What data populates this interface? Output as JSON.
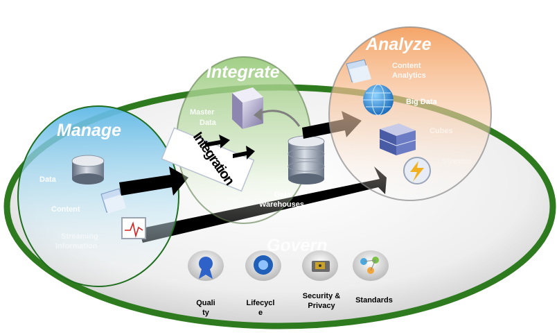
{
  "circles": {
    "manage": {
      "title": "Manage",
      "items": [
        "Data",
        "Content",
        "Streaming",
        "Information"
      ]
    },
    "integrate": {
      "title": "Integrate",
      "items": [
        "Master",
        "Data"
      ],
      "integration_label": "Integration",
      "warehouse": [
        "Data",
        "Warehouses"
      ]
    },
    "analyze": {
      "title": "Analyze",
      "items": [
        "Content",
        "Analytics",
        "Big Data",
        "Cubes",
        "Streams"
      ]
    }
  },
  "govern": {
    "title": "Govern",
    "items": [
      {
        "lines": [
          "Quali",
          "ty"
        ],
        "icon": "quality-ribbon-icon"
      },
      {
        "lines": [
          "Lifecycl",
          "e"
        ],
        "icon": "lifecycle-circle-icon"
      },
      {
        "lines": [
          "Security &",
          "Privacy"
        ],
        "icon": "security-lock-icon"
      },
      {
        "lines": [
          "Standards"
        ],
        "icon": "standards-network-icon"
      }
    ]
  },
  "colors": {
    "govern_ring": "#2e7a1e",
    "manage_fill": "#8fd0ee",
    "integrate_fill": "#a9d08e",
    "analyze_fill": "#f6b07a",
    "arrow": "#000000"
  }
}
